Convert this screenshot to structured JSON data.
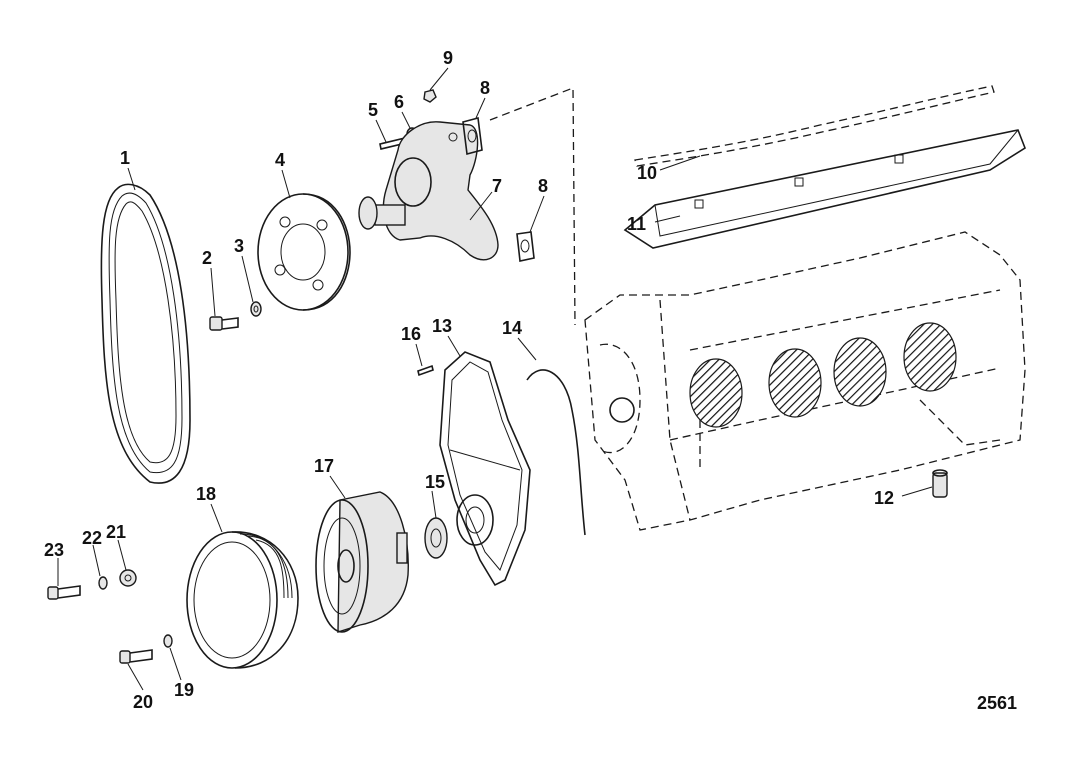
{
  "diagram": {
    "figure_number": "2561",
    "callouts": [
      {
        "id": "1",
        "label": "1"
      },
      {
        "id": "2",
        "label": "2"
      },
      {
        "id": "3",
        "label": "3"
      },
      {
        "id": "4",
        "label": "4"
      },
      {
        "id": "5",
        "label": "5"
      },
      {
        "id": "6",
        "label": "6"
      },
      {
        "id": "7",
        "label": "7"
      },
      {
        "id": "8a",
        "label": "8"
      },
      {
        "id": "8b",
        "label": "8"
      },
      {
        "id": "9",
        "label": "9"
      },
      {
        "id": "10",
        "label": "10"
      },
      {
        "id": "11",
        "label": "11"
      },
      {
        "id": "12",
        "label": "12"
      },
      {
        "id": "13",
        "label": "13"
      },
      {
        "id": "14",
        "label": "14"
      },
      {
        "id": "15",
        "label": "15"
      },
      {
        "id": "16",
        "label": "16"
      },
      {
        "id": "17",
        "label": "17"
      },
      {
        "id": "18",
        "label": "18"
      },
      {
        "id": "19",
        "label": "19"
      },
      {
        "id": "20",
        "label": "20"
      },
      {
        "id": "21",
        "label": "21"
      },
      {
        "id": "22",
        "label": "22"
      },
      {
        "id": "23",
        "label": "23"
      }
    ]
  }
}
